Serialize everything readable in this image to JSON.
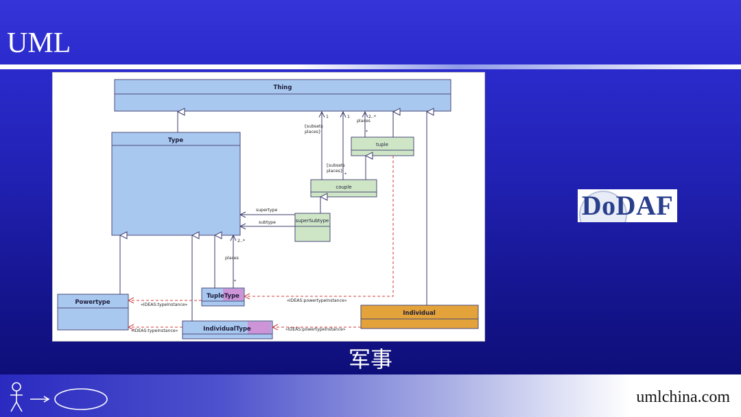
{
  "slide": {
    "title": "UML",
    "caption": "军事",
    "footer_site": "umlchina.com",
    "logo_text": "DoDAF"
  },
  "colors": {
    "background": "#2626be",
    "class_blue": "#a9c8f0",
    "class_green": "#cfe6c6",
    "class_orange": "#e3a23a",
    "highlight_pink": "#d58bd4",
    "association": "#3a3a6a",
    "dependency": "#d03a3a"
  },
  "diagram": {
    "classes": {
      "thing": "Thing",
      "type": "Type",
      "powertype": "Powertype",
      "tuple_type": "TupleType",
      "individual_type": "IndividualType",
      "individual": "Individual",
      "tuple": "tuple",
      "couple": "couple",
      "super_subtype": "superSubtype"
    },
    "labels": {
      "subsets_places_1_a": "{subsets",
      "subsets_places_1_b": "places}",
      "subsets_places_2_a": "{subsets",
      "subsets_places_2_b": "places}",
      "mult_one_1": "1",
      "mult_one_2": "1",
      "mult_two_many_top": "2..*",
      "places_top": "places",
      "star_top": "*",
      "star_couple": "*",
      "supertype": "supertype",
      "subtype": "subtype",
      "mult_two_many_tt": "2..*",
      "places_tt": "places",
      "star_tt": "*",
      "type_instance_1": "«IDEAS:typeInstance»",
      "type_instance_2": "«IDEAS:typeInstance»",
      "powertype_instance_1": "«IDEAS:powertypeInstance»",
      "powertype_instance_2": "«IDEAS:powertypeInstance»"
    }
  }
}
